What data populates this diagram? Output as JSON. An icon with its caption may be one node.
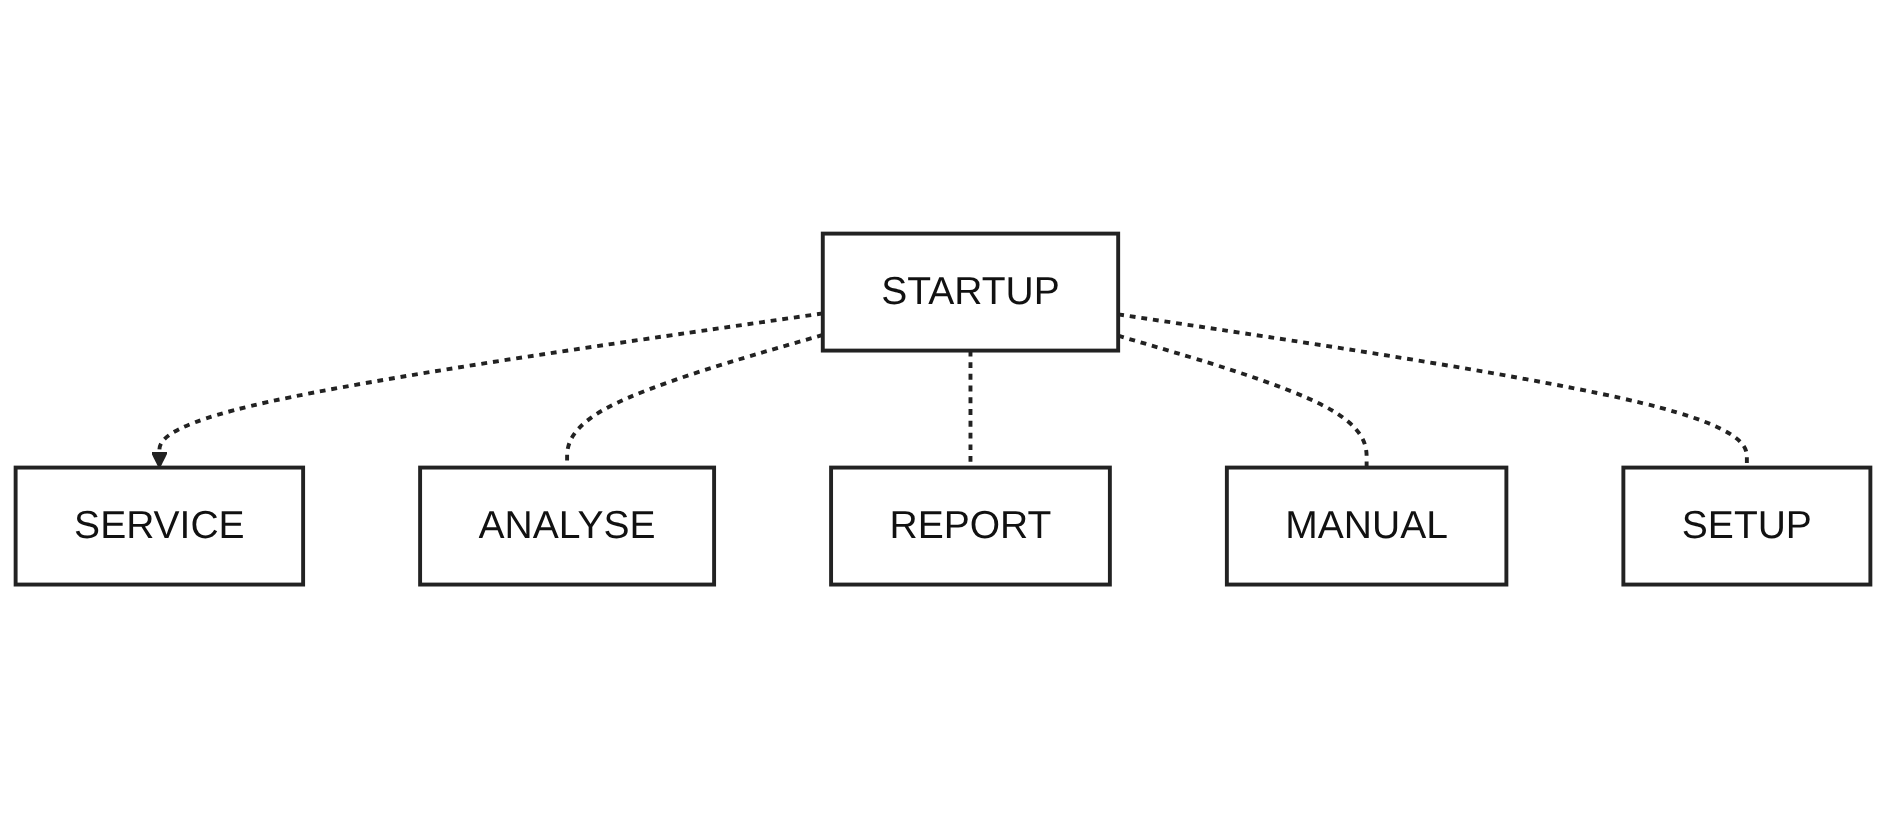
{
  "diagram": {
    "nodes": [
      {
        "text": [
          "STARTUP"
        ]
      },
      {
        "text": [
          "SERVICE"
        ]
      },
      {
        "text": [
          "ANALYSE"
        ]
      },
      {
        "text": [
          "REPORT"
        ]
      },
      {
        "text": [
          "MANUAL"
        ]
      },
      {
        "text": [
          "SETUP"
        ]
      }
    ],
    "edges": [
      {
        "from": 0,
        "to": 1,
        "arrow": "to",
        "style": "dashed"
      },
      {
        "from": 0,
        "to": 2,
        "arrow": "none",
        "style": "dashed"
      },
      {
        "from": 0,
        "to": 3,
        "arrow": "none",
        "style": "dashed"
      },
      {
        "from": 0,
        "to": 4,
        "arrow": "none",
        "style": "dashed"
      },
      {
        "from": 0,
        "to": 5,
        "arrow": "none",
        "style": "dashed"
      }
    ]
  }
}
